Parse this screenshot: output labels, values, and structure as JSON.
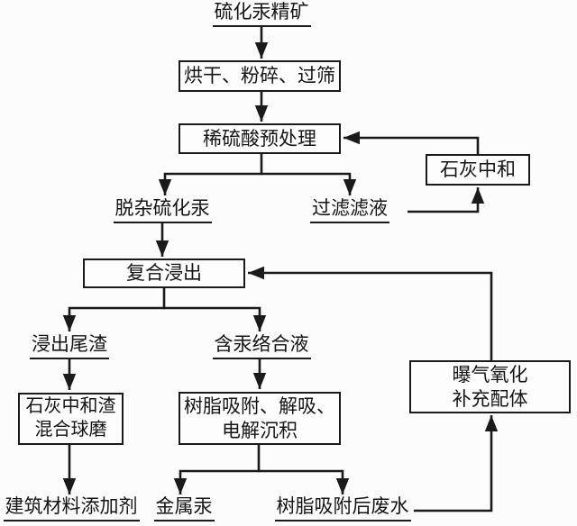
{
  "colors": {
    "ink": "#1a1a1a",
    "background": "#fcfcfc",
    "box_fill": "#fdfdfd"
  },
  "diagram": {
    "type": "flowchart",
    "nodes": {
      "source": {
        "label": "硫化汞精矿"
      },
      "drying": {
        "label": "烘干、粉碎、过筛"
      },
      "pretreatment": {
        "label": "稀硫酸预处理"
      },
      "lime_neutralization": {
        "label": "石灰中和"
      },
      "purified_hgs": {
        "label": "脱杂硫化汞"
      },
      "filtrate": {
        "label": "过滤滤液"
      },
      "leaching": {
        "label": "复合浸出"
      },
      "tailings": {
        "label": "浸出尾渣"
      },
      "complex_solution": {
        "label": "含汞络合液"
      },
      "lime_mill": {
        "lines": [
          "石灰中和渣",
          "混合球磨"
        ]
      },
      "resin": {
        "lines": [
          "树脂吸附、解吸、",
          "电解沉积"
        ]
      },
      "aeration": {
        "lines": [
          "曝气氧化",
          "补充配体"
        ]
      },
      "building_additive": {
        "label": "建筑材料添加剂"
      },
      "metal_mercury": {
        "label": "金属汞"
      },
      "wastewater": {
        "label": "树脂吸附后废水"
      }
    },
    "edges": [
      {
        "from": "source",
        "to": "drying"
      },
      {
        "from": "drying",
        "to": "pretreatment"
      },
      {
        "from": "pretreatment",
        "to": "purified_hgs"
      },
      {
        "from": "pretreatment",
        "to": "filtrate"
      },
      {
        "from": "filtrate",
        "to": "lime_neutralization"
      },
      {
        "from": "lime_neutralization",
        "to": "pretreatment"
      },
      {
        "from": "purified_hgs",
        "to": "leaching"
      },
      {
        "from": "aeration",
        "to": "leaching"
      },
      {
        "from": "leaching",
        "to": "tailings"
      },
      {
        "from": "leaching",
        "to": "complex_solution"
      },
      {
        "from": "tailings",
        "to": "lime_mill"
      },
      {
        "from": "lime_mill",
        "to": "building_additive"
      },
      {
        "from": "complex_solution",
        "to": "resin"
      },
      {
        "from": "resin",
        "to": "metal_mercury"
      },
      {
        "from": "resin",
        "to": "wastewater"
      },
      {
        "from": "wastewater",
        "to": "aeration"
      }
    ]
  }
}
